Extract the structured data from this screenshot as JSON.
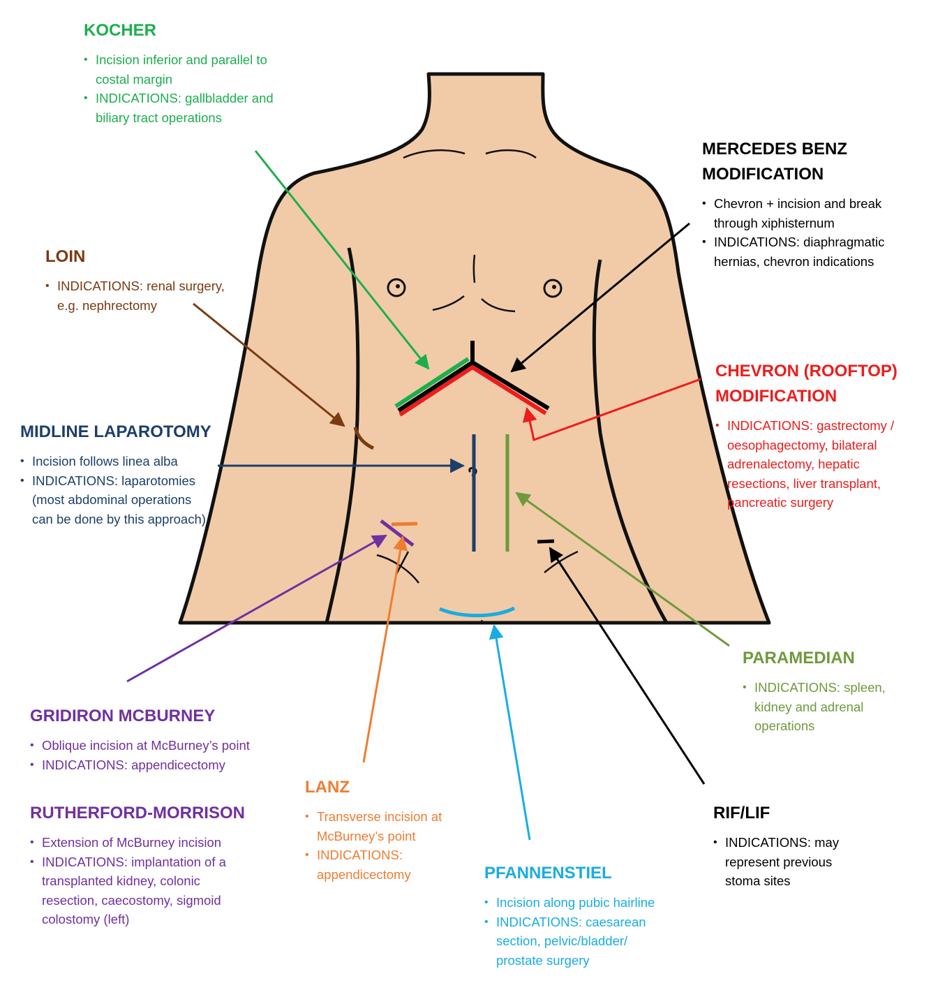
{
  "colors": {
    "skin": "#f1cba8",
    "outline": "#111111",
    "kocher": "#1cae4e",
    "mercedes": "#000000",
    "loin": "#7a3a12",
    "chevron": "#ee1c1c",
    "midline": "#1c3f6b",
    "paramedian": "#6e9a3c",
    "gridiron": "#7030a0",
    "lanz": "#ed7d31",
    "pfannenstiel": "#19ace2",
    "riflif": "#000000"
  },
  "labels": {
    "kocher": {
      "title": "KOCHER",
      "bullets": [
        "Incision inferior and parallel to\ncostal margin",
        "INDICATIONS: gallbladder and\nbiliary tract operations"
      ]
    },
    "mercedes": {
      "title": "MERCEDES BENZ\nMODIFICATION",
      "bullets": [
        "Chevron + incision and break\nthrough xiphisternum",
        "INDICATIONS: diaphragmatic\nhernias, chevron indications"
      ]
    },
    "loin": {
      "title": "LOIN",
      "bullets": [
        "INDICATIONS: renal surgery,\ne.g. nephrectomy"
      ]
    },
    "chevron": {
      "title": "CHEVRON (ROOFTOP)\nMODIFICATION",
      "bullets": [
        "INDICATIONS: gastrectomy /\noesophagectomy, bilateral\nadrenalectomy, hepatic\nresections, liver transplant,\npancreatic surgery"
      ]
    },
    "midline": {
      "title": "MIDLINE LAPAROTOMY",
      "bullets": [
        "Incision follows linea alba",
        "INDICATIONS: laparotomies\n(most abdominal operations\ncan be done by this approach)"
      ]
    },
    "paramedian": {
      "title": "PARAMEDIAN",
      "bullets": [
        "INDICATIONS: spleen,\nkidney and adrenal\noperations"
      ]
    },
    "gridiron": {
      "title": "GRIDIRON MCBURNEY",
      "bullets": [
        "Oblique incision at McBurney’s point",
        "INDICATIONS: appendicectomy"
      ]
    },
    "rutherford": {
      "title": "RUTHERFORD-MORRISON",
      "bullets": [
        "Extension of McBurney incision",
        "INDICATIONS: implantation of a\ntransplanted kidney, colonic\nresection, caecostomy, sigmoid\ncolostomy (left)"
      ]
    },
    "lanz": {
      "title": "LANZ",
      "bullets": [
        "Transverse incision at\nMcBurney’s point",
        "INDICATIONS:\nappendicectomy"
      ]
    },
    "riflif": {
      "title": "RIF/LIF",
      "bullets": [
        "INDICATIONS: may\nrepresent previous\nstoma sites"
      ]
    },
    "pfannenstiel": {
      "title": "PFANNENSTIEL",
      "bullets": [
        "Incision along pubic hairline",
        "INDICATIONS: caesarean\nsection, pelvic/bladder/\nprostate surgery"
      ]
    }
  }
}
